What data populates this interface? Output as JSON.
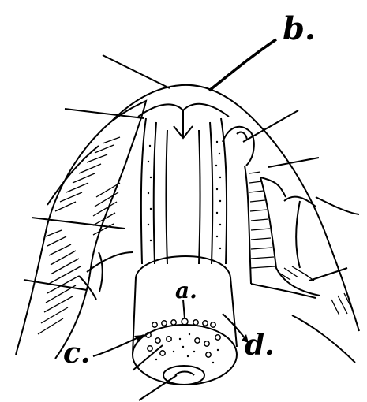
{
  "diagram": {
    "labels": {
      "a": "a.",
      "b": "b.",
      "c": "c.",
      "d": "d."
    },
    "ink_color": "#000000",
    "paper_color": "#ffffff"
  }
}
